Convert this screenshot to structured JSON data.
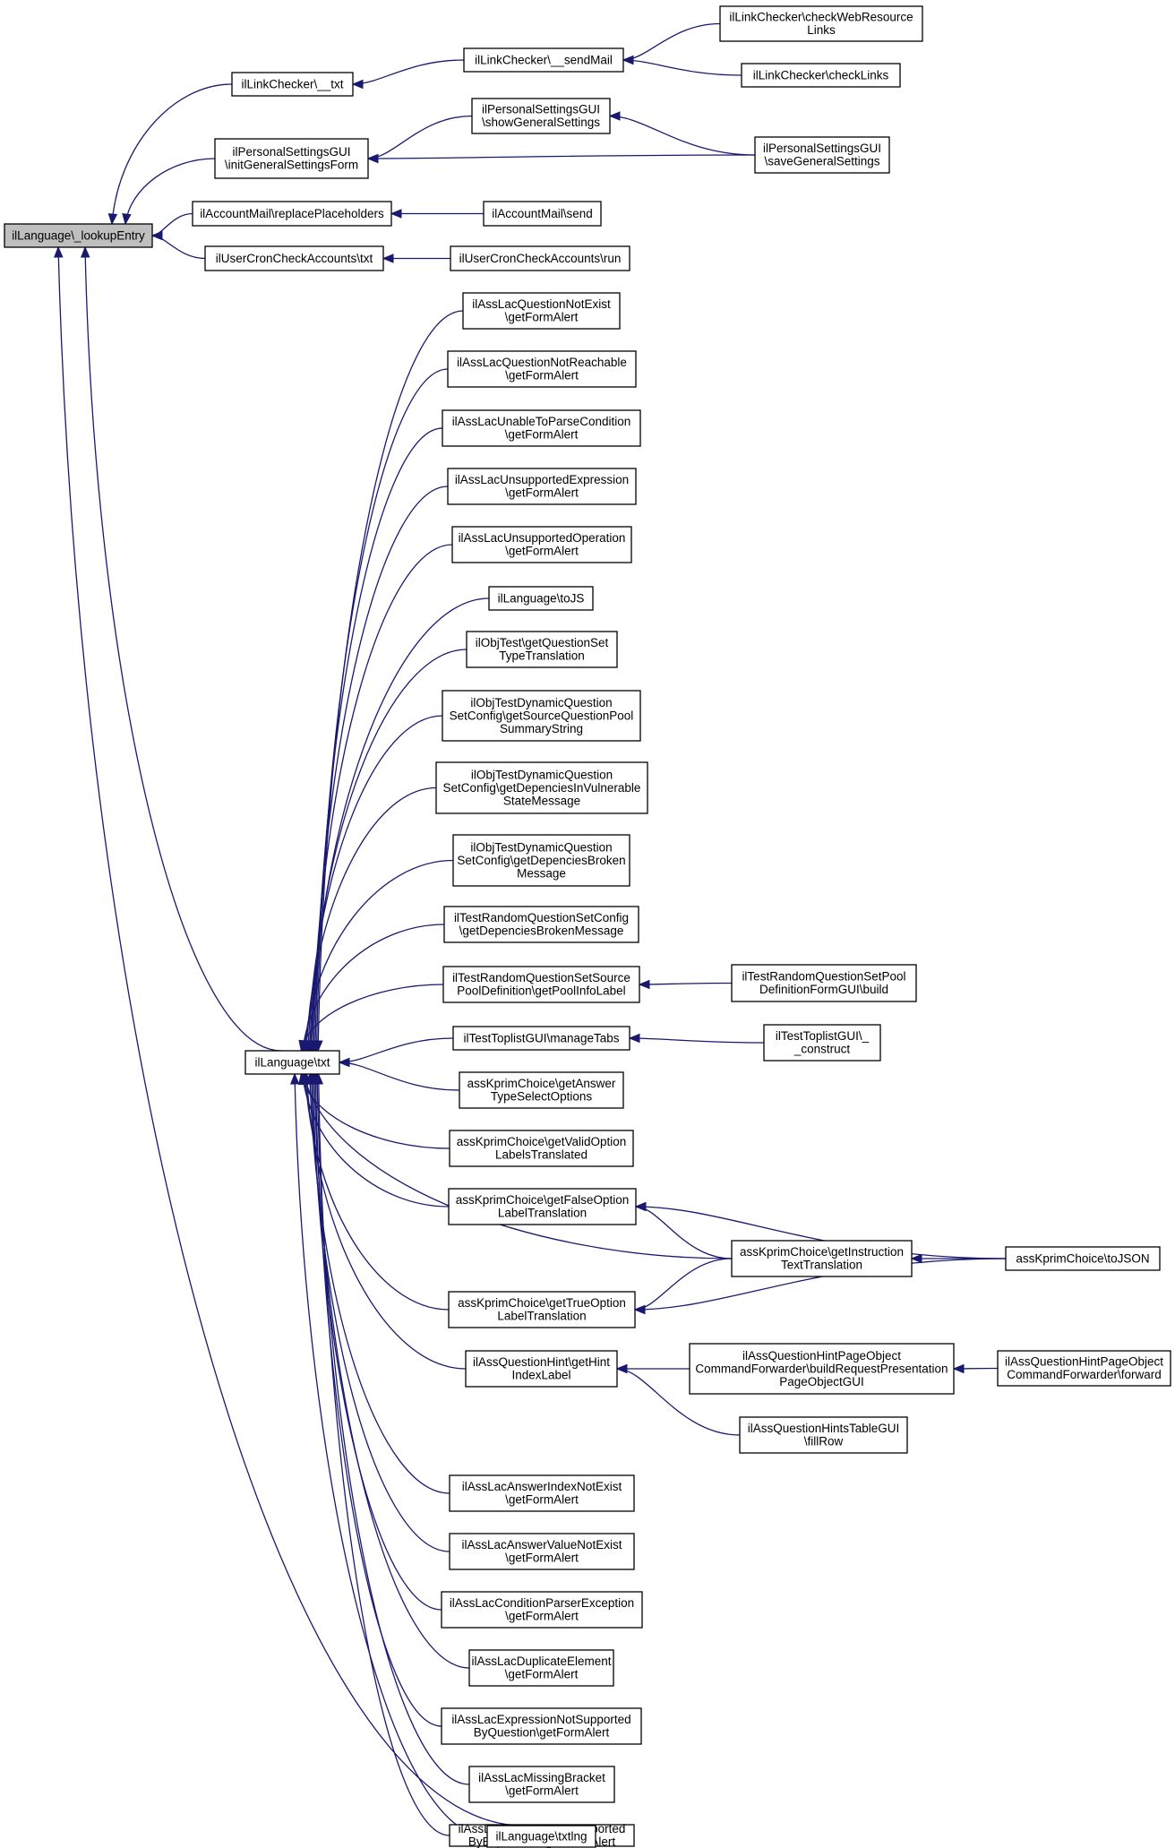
{
  "graph": {
    "edge_color": "#191970",
    "root_fill": "#bfbfbf",
    "node_fill": "#ffffff",
    "nodes": [
      {
        "id": "lookup",
        "root": true,
        "lines": [
          "ilLanguage\\_lookupEntry"
        ]
      },
      {
        "id": "lctxt",
        "lines": [
          "ilLinkChecker\\__txt"
        ]
      },
      {
        "id": "sendmail",
        "lines": [
          "ilLinkChecker\\__sendMail"
        ]
      },
      {
        "id": "checkweb",
        "lines": [
          "ilLinkChecker\\checkWebResource",
          "Links"
        ]
      },
      {
        "id": "checklinks",
        "lines": [
          "ilLinkChecker\\checkLinks"
        ]
      },
      {
        "id": "initform",
        "lines": [
          "ilPersonalSettingsGUI",
          "\\initGeneralSettingsForm"
        ]
      },
      {
        "id": "showgen",
        "lines": [
          "ilPersonalSettingsGUI",
          "\\showGeneralSettings"
        ]
      },
      {
        "id": "savegen",
        "lines": [
          "ilPersonalSettingsGUI",
          "\\saveGeneralSettings"
        ]
      },
      {
        "id": "replace",
        "lines": [
          "ilAccountMail\\replacePlaceholders"
        ]
      },
      {
        "id": "accsend",
        "lines": [
          "ilAccountMail\\send"
        ]
      },
      {
        "id": "crontxt",
        "lines": [
          "ilUserCronCheckAccounts\\txt"
        ]
      },
      {
        "id": "cronrun",
        "lines": [
          "ilUserCronCheckAccounts\\run"
        ]
      },
      {
        "id": "txt",
        "lines": [
          "ilLanguage\\txt"
        ]
      },
      {
        "id": "n1",
        "lines": [
          "ilAssLacQuestionNotExist",
          "\\getFormAlert"
        ]
      },
      {
        "id": "n2",
        "lines": [
          "ilAssLacQuestionNotReachable",
          "\\getFormAlert"
        ]
      },
      {
        "id": "n3",
        "lines": [
          "ilAssLacUnableToParseCondition",
          "\\getFormAlert"
        ]
      },
      {
        "id": "n4",
        "lines": [
          "ilAssLacUnsupportedExpression",
          "\\getFormAlert"
        ]
      },
      {
        "id": "n5",
        "lines": [
          "ilAssLacUnsupportedOperation",
          "\\getFormAlert"
        ]
      },
      {
        "id": "n6",
        "lines": [
          "ilLanguage\\toJS"
        ]
      },
      {
        "id": "n7",
        "lines": [
          "ilObjTest\\getQuestionSet",
          "TypeTranslation"
        ]
      },
      {
        "id": "n8",
        "lines": [
          "ilObjTestDynamicQuestion",
          "SetConfig\\getSourceQuestionPool",
          "SummaryString"
        ]
      },
      {
        "id": "n9",
        "lines": [
          "ilObjTestDynamicQuestion",
          "SetConfig\\getDepenciesInVulnerable",
          "StateMessage"
        ]
      },
      {
        "id": "n10",
        "lines": [
          "ilObjTestDynamicQuestion",
          "SetConfig\\getDepenciesBroken",
          "Message"
        ]
      },
      {
        "id": "n11",
        "lines": [
          "ilTestRandomQuestionSetConfig",
          "\\getDepenciesBrokenMessage"
        ]
      },
      {
        "id": "n12",
        "lines": [
          "ilTestRandomQuestionSetSource",
          "PoolDefinition\\getPoolInfoLabel"
        ]
      },
      {
        "id": "n12b",
        "lines": [
          "ilTestRandomQuestionSetPool",
          "DefinitionFormGUI\\build"
        ]
      },
      {
        "id": "n13",
        "lines": [
          "ilTestToplistGUI\\manageTabs"
        ]
      },
      {
        "id": "n13b",
        "lines": [
          "ilTestToplistGUI\\_",
          "_construct"
        ]
      },
      {
        "id": "n14",
        "lines": [
          "assKprimChoice\\getAnswer",
          "TypeSelectOptions"
        ]
      },
      {
        "id": "n15",
        "lines": [
          "assKprimChoice\\getValidOption",
          "LabelsTranslated"
        ]
      },
      {
        "id": "n16",
        "lines": [
          "assKprimChoice\\getFalseOption",
          "LabelTranslation"
        ]
      },
      {
        "id": "instr",
        "lines": [
          "assKprimChoice\\getInstruction",
          "TextTranslation"
        ]
      },
      {
        "id": "tojson",
        "lines": [
          "assKprimChoice\\toJSON"
        ]
      },
      {
        "id": "n17",
        "lines": [
          "assKprimChoice\\getTrueOption",
          "LabelTranslation"
        ]
      },
      {
        "id": "n18",
        "lines": [
          "ilAssQuestionHint\\getHint",
          "IndexLabel"
        ]
      },
      {
        "id": "buildreq",
        "lines": [
          "ilAssQuestionHintPageObject",
          "CommandForwarder\\buildRequestPresentation",
          "PageObjectGUI"
        ]
      },
      {
        "id": "forward",
        "lines": [
          "ilAssQuestionHintPageObject",
          "CommandForwarder\\forward"
        ]
      },
      {
        "id": "fillrow",
        "lines": [
          "ilAssQuestionHintsTableGUI",
          "\\fillRow"
        ]
      },
      {
        "id": "n19",
        "lines": [
          "ilAssLacAnswerIndexNotExist",
          "\\getFormAlert"
        ]
      },
      {
        "id": "n20",
        "lines": [
          "ilAssLacAnswerValueNotExist",
          "\\getFormAlert"
        ]
      },
      {
        "id": "n21",
        "lines": [
          "ilAssLacConditionParserException",
          "\\getFormAlert"
        ]
      },
      {
        "id": "n22",
        "lines": [
          "ilAssLacDuplicateElement",
          "\\getFormAlert"
        ]
      },
      {
        "id": "n23",
        "lines": [
          "ilAssLacExpressionNotSupported",
          "ByQuestion\\getFormAlert"
        ]
      },
      {
        "id": "n24",
        "lines": [
          "ilAssLacMissingBracket",
          "\\getFormAlert"
        ]
      },
      {
        "id": "n25",
        "lines": [
          "ilAssLacOperatorNotSupported",
          "ByExpression\\getFormAlert"
        ]
      },
      {
        "id": "txtlng",
        "lines": [
          "ilLanguage\\txtlng"
        ]
      }
    ],
    "edges": [
      [
        "lctxt",
        "lookup"
      ],
      [
        "initform",
        "lookup"
      ],
      [
        "replace",
        "lookup"
      ],
      [
        "crontxt",
        "lookup"
      ],
      [
        "txt",
        "lookup"
      ],
      [
        "txtlng",
        "lookup"
      ],
      [
        "sendmail",
        "lctxt"
      ],
      [
        "checkweb",
        "sendmail"
      ],
      [
        "checklinks",
        "sendmail"
      ],
      [
        "showgen",
        "initform"
      ],
      [
        "savegen",
        "initform"
      ],
      [
        "savegen",
        "showgen"
      ],
      [
        "accsend",
        "replace"
      ],
      [
        "cronrun",
        "crontxt"
      ],
      [
        "n1",
        "txt"
      ],
      [
        "n2",
        "txt"
      ],
      [
        "n3",
        "txt"
      ],
      [
        "n4",
        "txt"
      ],
      [
        "n5",
        "txt"
      ],
      [
        "n6",
        "txt"
      ],
      [
        "n7",
        "txt"
      ],
      [
        "n8",
        "txt"
      ],
      [
        "n9",
        "txt"
      ],
      [
        "n10",
        "txt"
      ],
      [
        "n11",
        "txt"
      ],
      [
        "n12",
        "txt"
      ],
      [
        "n13",
        "txt"
      ],
      [
        "n14",
        "txt"
      ],
      [
        "n15",
        "txt"
      ],
      [
        "n16",
        "txt"
      ],
      [
        "instr",
        "txt"
      ],
      [
        "n17",
        "txt"
      ],
      [
        "n18",
        "txt"
      ],
      [
        "n19",
        "txt"
      ],
      [
        "n20",
        "txt"
      ],
      [
        "n21",
        "txt"
      ],
      [
        "n22",
        "txt"
      ],
      [
        "n23",
        "txt"
      ],
      [
        "n24",
        "txt"
      ],
      [
        "n25",
        "txt"
      ],
      [
        "txtlng",
        "txt"
      ],
      [
        "n12b",
        "n12"
      ],
      [
        "n13b",
        "n13"
      ],
      [
        "instr",
        "n16"
      ],
      [
        "instr",
        "n17"
      ],
      [
        "tojson",
        "instr"
      ],
      [
        "tojson",
        "n16"
      ],
      [
        "tojson",
        "n17"
      ],
      [
        "buildreq",
        "n18"
      ],
      [
        "fillrow",
        "n18"
      ],
      [
        "forward",
        "buildreq"
      ]
    ]
  }
}
